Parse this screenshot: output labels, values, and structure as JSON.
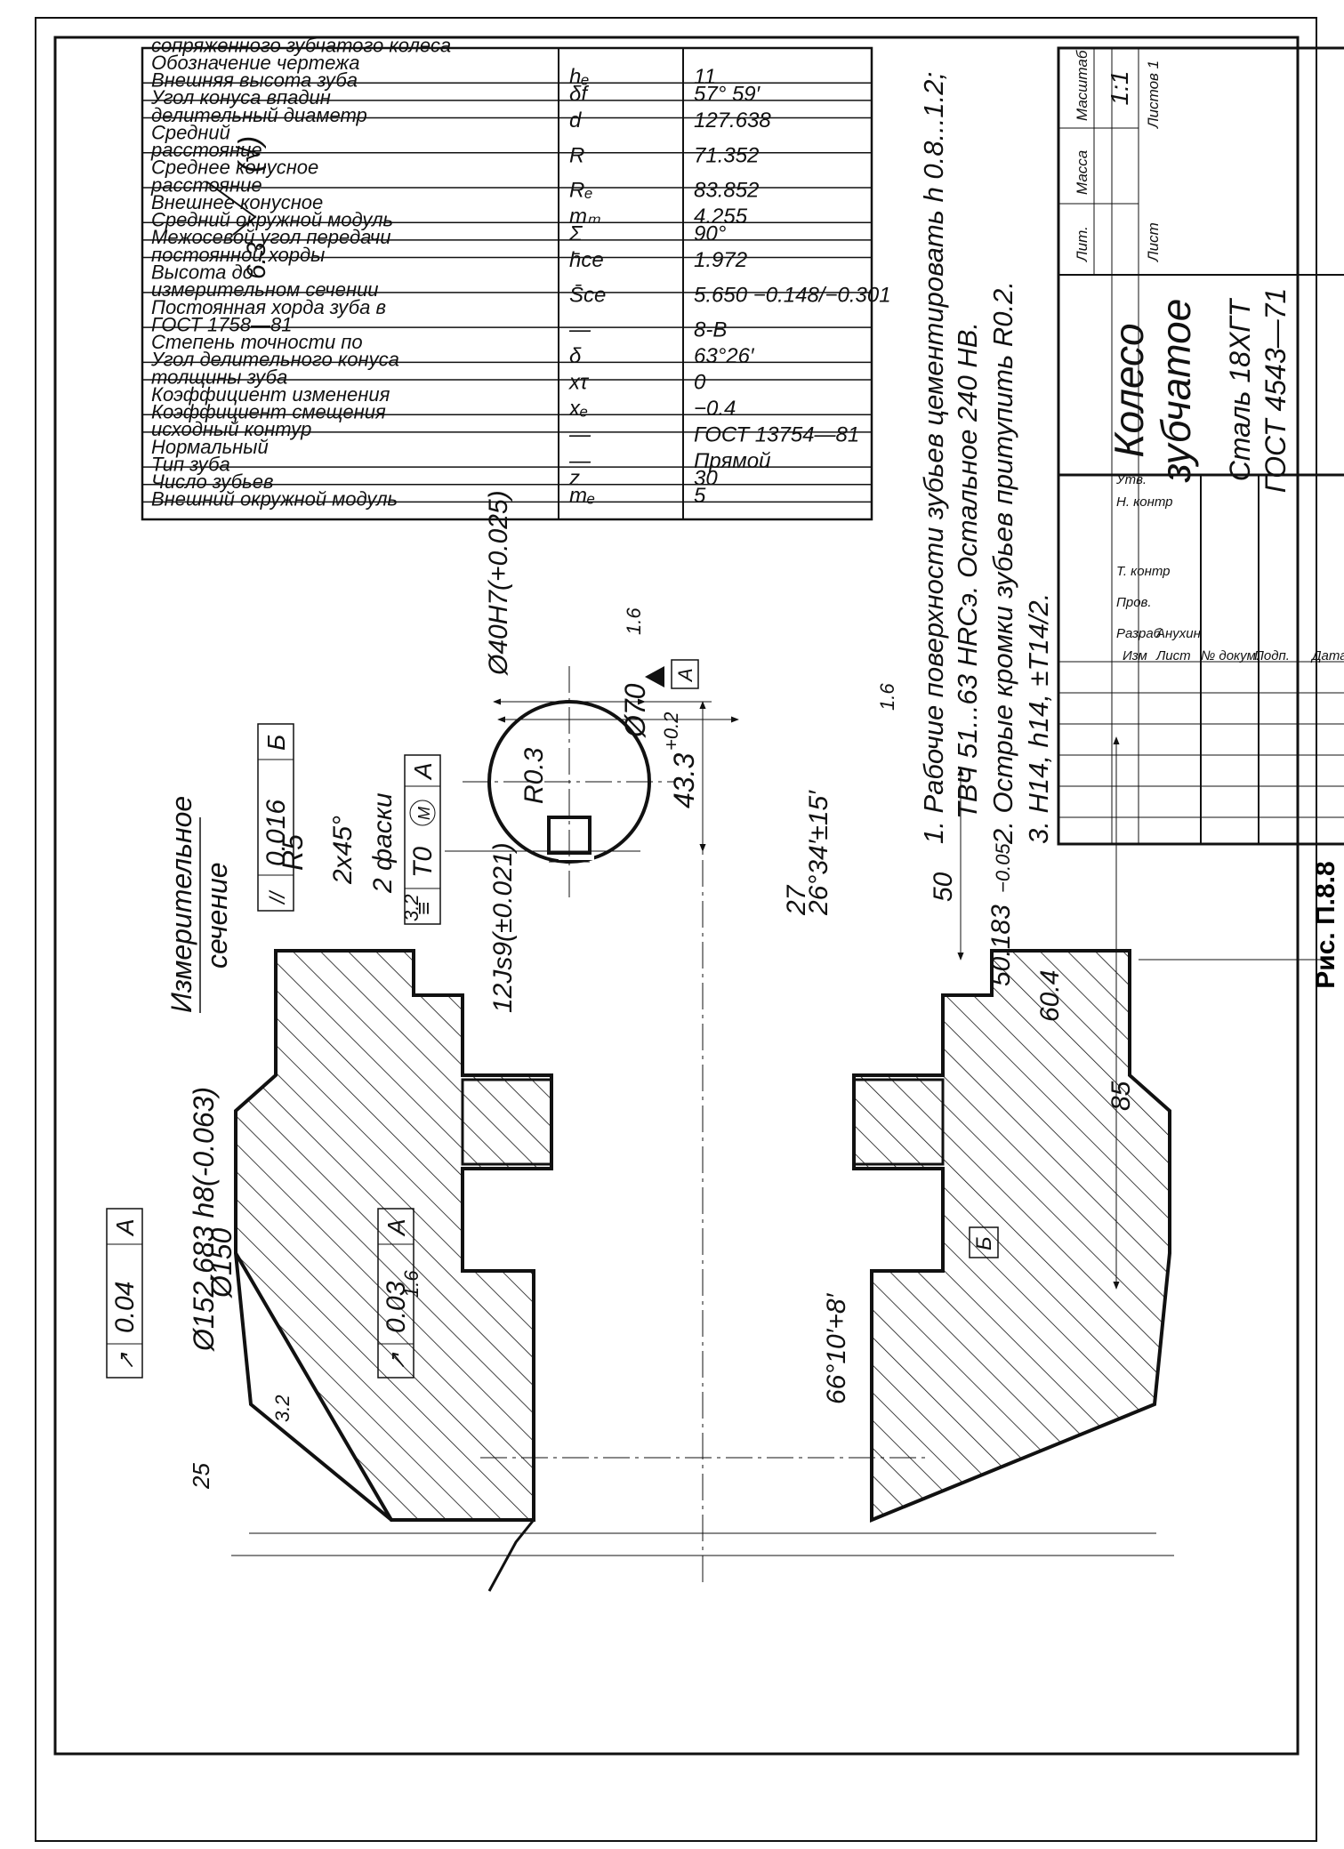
{
  "roughness": {
    "general": "6.3",
    "general_paren": "(√)",
    "bore": "1.6",
    "flank": "3.2",
    "keyway": "3.2",
    "back": "1.6",
    "hub": "1.6"
  },
  "caption": "Рис. П.8.8",
  "params": [
    {
      "name": "Внешний окружной модуль",
      "sym": "mₑ",
      "val": "5"
    },
    {
      "name": "Число зубьев",
      "sym": "z",
      "val": "30"
    },
    {
      "name": "Тип зуба",
      "sym": "—",
      "val": "Прямой"
    },
    {
      "name": "Нормальный исходный контур",
      "sym": "—",
      "val": "ГОСТ 13754—81"
    },
    {
      "name": "Коэффициент смещения",
      "sym": "xₑ",
      "val": "−0.4"
    },
    {
      "name": "Коэффициент изменения толщины зуба",
      "sym": "xτ",
      "val": "0"
    },
    {
      "name": "Угол делительного конуса",
      "sym": "δ",
      "val": "63°26′"
    },
    {
      "name": "Степень точности по ГОСТ 1758—81",
      "sym": "—",
      "val": "8-B"
    },
    {
      "name": "Постоянная хорда зуба в измерительном сечении",
      "sym": "S̄ce",
      "val": "5.650 −0.148/−0.301"
    },
    {
      "name": "Высота до постоянной хорды",
      "sym": "h̄ce",
      "val": "1.972"
    },
    {
      "name": "Межосевой угол передачи",
      "sym": "Σ",
      "val": "90°"
    },
    {
      "name": "Средний окружной модуль",
      "sym": "mₘ",
      "val": "4.255"
    },
    {
      "name": "Внешнее конусное расстояние",
      "sym": "Rₑ",
      "val": "83.852"
    },
    {
      "name": "Среднее конусное расстояние",
      "sym": "R",
      "val": "71.352"
    },
    {
      "name": "Средний делительный диаметр",
      "sym": "d",
      "val": "127.638"
    },
    {
      "name": "Угол конуса впадин",
      "sym": "δf",
      "val": "57° 59′"
    },
    {
      "name": "Внешняя высота зуба",
      "sym": "hₑ",
      "val": "11"
    },
    {
      "name": "Обозначение чертежа сопряженного зубчатого колеса",
      "sym": "",
      "val": ""
    }
  ],
  "notes": [
    "1. Рабочие поверхности зубьев цементировать h 0.8...1.2;",
    "ТВЧ 51...63 HRCэ. Остальное 240 HB.",
    "2. Острые кромки зубьев притупить R0.2.",
    "3. H14, h14, ±T14/2."
  ],
  "title_block": {
    "name_line1": "Колесо",
    "name_line2": "зубчатое",
    "material_line1": "Сталь 18ХГТ",
    "material_line2": "ГОСТ 4543—71",
    "head_lit": "Лит.",
    "head_massa": "Масса",
    "head_masshtab": "Масштаб",
    "scale": "1:1",
    "list": "Лист",
    "listov": "Листов 1",
    "rev_cols": [
      "Изм",
      "Лист",
      "№ докум.",
      "Подп.",
      "Дата"
    ],
    "sign_rows": [
      "Разраб",
      "Пров.",
      "Т. контр",
      "Н. контр",
      "Утв."
    ],
    "developer": "Анухин"
  },
  "dims": {
    "d150": "Ø150",
    "d152": "Ø152.683 h8(-0.063)",
    "d70": "Ø70",
    "d40": "Ø40H7(+0.025)",
    "keyway_w": "12Js9(±0.021)",
    "keyway_t": "43.3",
    "keyway_t_tol": "+0.2",
    "r03": "R0.3",
    "r5": "R5",
    "chamfer1": "2x45°",
    "chamfer2": "2 фаски",
    "angle_back": "26°34′±15′",
    "angle_cone": "66°10′+8′",
    "l27": "27",
    "l50": "50",
    "l50183": "50.183",
    "l50183_tol": "−0.05",
    "l604": "60.4",
    "l85": "85",
    "l25": "25",
    "meas1": "Измерительное",
    "meas2": "сечение"
  },
  "tolerances": {
    "runout_outer": {
      "sym": "↗",
      "val": "0.04",
      "base": "A"
    },
    "runout_back": {
      "sym": "↗",
      "val": "0.03",
      "base": "A"
    },
    "parallel": {
      "sym": "//",
      "val": "0.016",
      "base": "Б"
    },
    "symmetry": {
      "sym": "≡",
      "val": "T0",
      "mod": "M",
      "base": "A"
    },
    "datum_A": "A",
    "datum_B": "Б"
  }
}
